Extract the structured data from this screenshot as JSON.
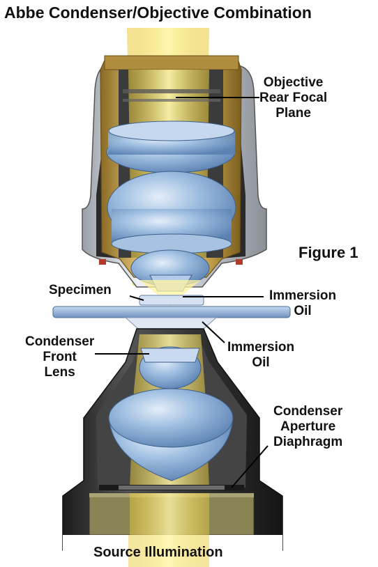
{
  "title": "Abbe Condenser/Objective Combination",
  "figure_label": "Figure 1",
  "labels": {
    "objective_rear_focal_plane": [
      "Objective",
      "Rear Focal",
      "Plane"
    ],
    "specimen": [
      "Specimen"
    ],
    "immersion_oil_top": [
      "Immersion",
      "Oil"
    ],
    "immersion_oil_bottom": [
      "Immersion",
      "Oil"
    ],
    "condenser_front_lens": [
      "Condenser",
      "Front",
      "Lens"
    ],
    "condenser_aperture_diaphragm": [
      "Condenser",
      "Aperture",
      "Diaphragm"
    ],
    "source_illumination": [
      "Source Illumination"
    ]
  },
  "colors": {
    "light_beam": "#f4e04a",
    "brass": "#c9a64e",
    "lens_glass": "#7fa6cf",
    "housing_dark": "#2b2b2b",
    "housing_silver": "#d9dde2",
    "slide": "#8fb0d6"
  }
}
